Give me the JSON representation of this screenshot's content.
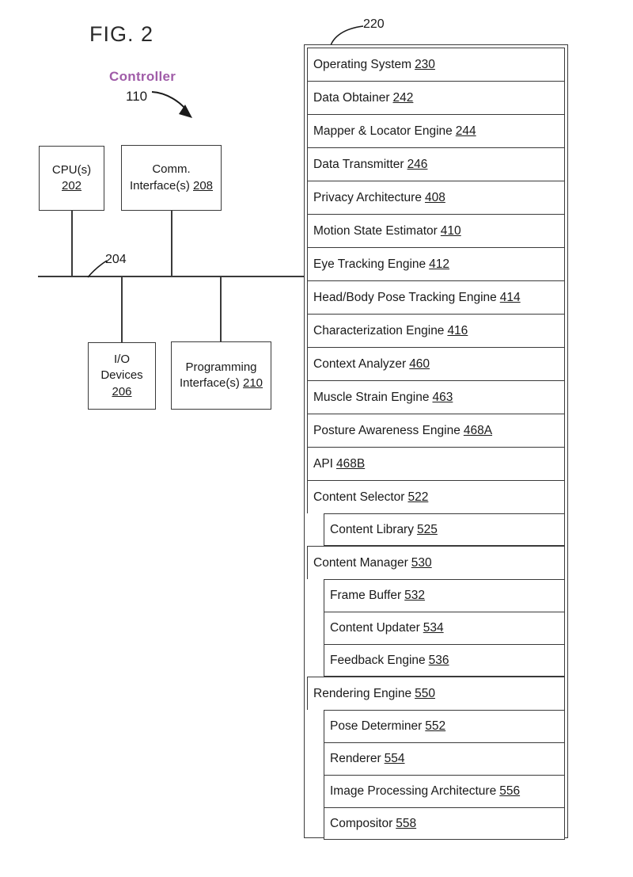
{
  "figure": {
    "title": "FIG. 2",
    "controller_label": "Controller",
    "controller_ref": "110",
    "bus_ref": "204",
    "memory_ref": "220"
  },
  "hardware": {
    "cpu": {
      "line1": "CPU(s)",
      "ref": "202"
    },
    "comm": {
      "line1": "Comm.",
      "line2": "Interface(s)",
      "ref": "208"
    },
    "io": {
      "line1": "I/O",
      "line2": "Devices",
      "ref": "206"
    },
    "programming": {
      "line1": "Programming",
      "line2": "Interface(s)",
      "ref": "210"
    }
  },
  "memory": {
    "items": [
      {
        "label": "Operating System",
        "ref": "230",
        "level": 0
      },
      {
        "label": "Data Obtainer",
        "ref": "242",
        "level": 0
      },
      {
        "label": "Mapper & Locator Engine",
        "ref": "244",
        "level": 0
      },
      {
        "label": "Data Transmitter",
        "ref": "246",
        "level": 0
      },
      {
        "label": "Privacy Architecture",
        "ref": "408",
        "level": 0
      },
      {
        "label": "Motion State Estimator",
        "ref": "410",
        "level": 0
      },
      {
        "label": "Eye Tracking Engine",
        "ref": "412",
        "level": 0
      },
      {
        "label": "Head/Body Pose Tracking Engine",
        "ref": "414",
        "level": 0
      },
      {
        "label": "Characterization Engine",
        "ref": "416",
        "level": 0
      },
      {
        "label": "Context Analyzer",
        "ref": "460",
        "level": 0
      },
      {
        "label": "Muscle Strain Engine",
        "ref": "463",
        "level": 0
      },
      {
        "label": "Posture Awareness Engine",
        "ref": "468A",
        "level": 0
      },
      {
        "label": "API",
        "ref": "468B",
        "level": 0
      },
      {
        "label": "Content Selector",
        "ref": "522",
        "level": 0
      },
      {
        "label": "Content Library",
        "ref": "525",
        "level": 1
      },
      {
        "label": "Content Manager",
        "ref": "530",
        "level": 0
      },
      {
        "label": "Frame Buffer",
        "ref": "532",
        "level": 1
      },
      {
        "label": "Content Updater",
        "ref": "534",
        "level": 1
      },
      {
        "label": "Feedback Engine",
        "ref": "536",
        "level": 1
      },
      {
        "label": "Rendering Engine",
        "ref": "550",
        "level": 0
      },
      {
        "label": "Pose Determiner",
        "ref": "552",
        "level": 1
      },
      {
        "label": "Renderer",
        "ref": "554",
        "level": 1
      },
      {
        "label": "Image Processing Architecture",
        "ref": "556",
        "level": 1
      },
      {
        "label": "Compositor",
        "ref": "558",
        "level": 1
      }
    ]
  },
  "colors": {
    "controller_accent": "#a05ca8",
    "line": "#3a3a3a",
    "text": "#1a1a1a",
    "background": "#ffffff"
  }
}
